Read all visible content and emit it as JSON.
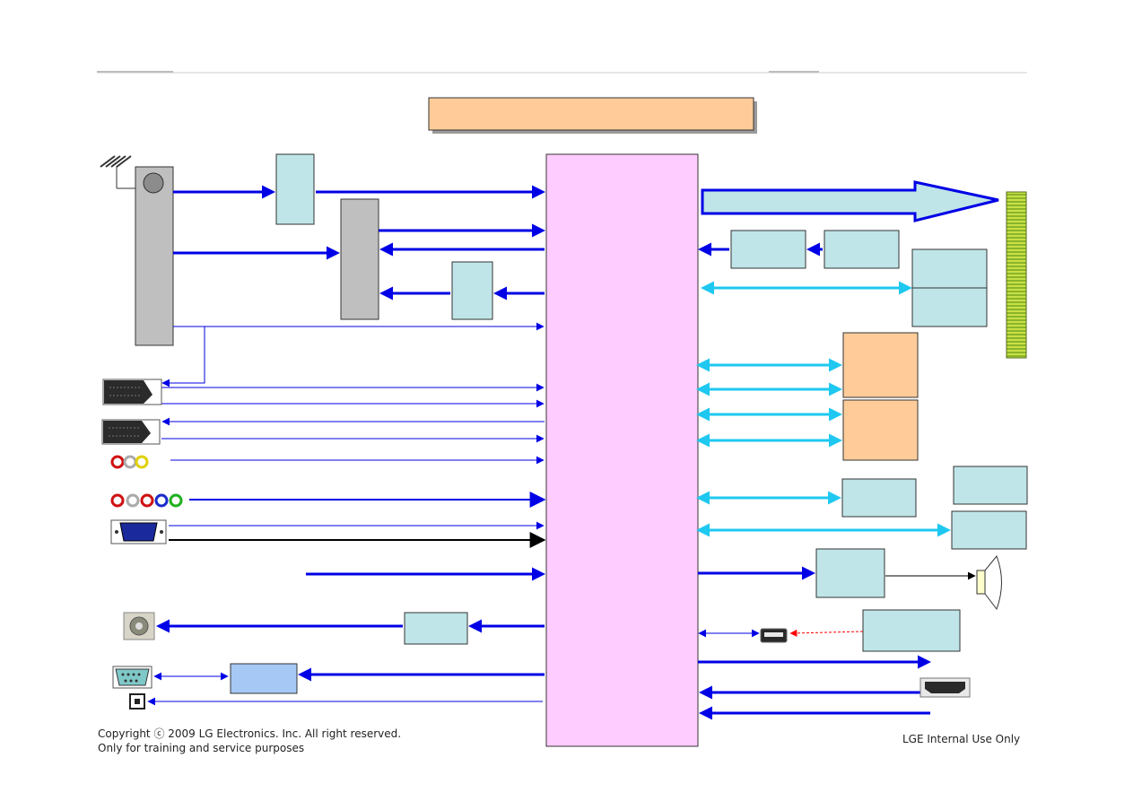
{
  "footer": {
    "copyright": "Copyright ⓒ 2009 LG Electronics. Inc. All right reserved.",
    "purpose": "Only for training and service purposes",
    "internal": "LGE Internal Use Only"
  },
  "colors": {
    "main_chip": "#ffccff",
    "peach_block": "#ffcc99",
    "light_block": "#bfe5e8",
    "gray_block": "#bfbfbf",
    "dark_arrow": "#0000e6",
    "light_arrow": "#1ec8f0",
    "panel_stripe": "#a8c832"
  },
  "icons": {
    "antenna": "antenna-icon",
    "scart": "scart-connector-icon",
    "av": "rca-av-connector-icon",
    "component": "rca-component-connector-icon",
    "vga": "vga-connector-icon",
    "headphone": "headphone-jack-icon",
    "rs232": "rs232-connector-icon",
    "optical": "optical-spdif-icon",
    "usb": "usb-port-icon",
    "hdmi": "hdmi-port-icon",
    "speaker": "speaker-icon"
  }
}
